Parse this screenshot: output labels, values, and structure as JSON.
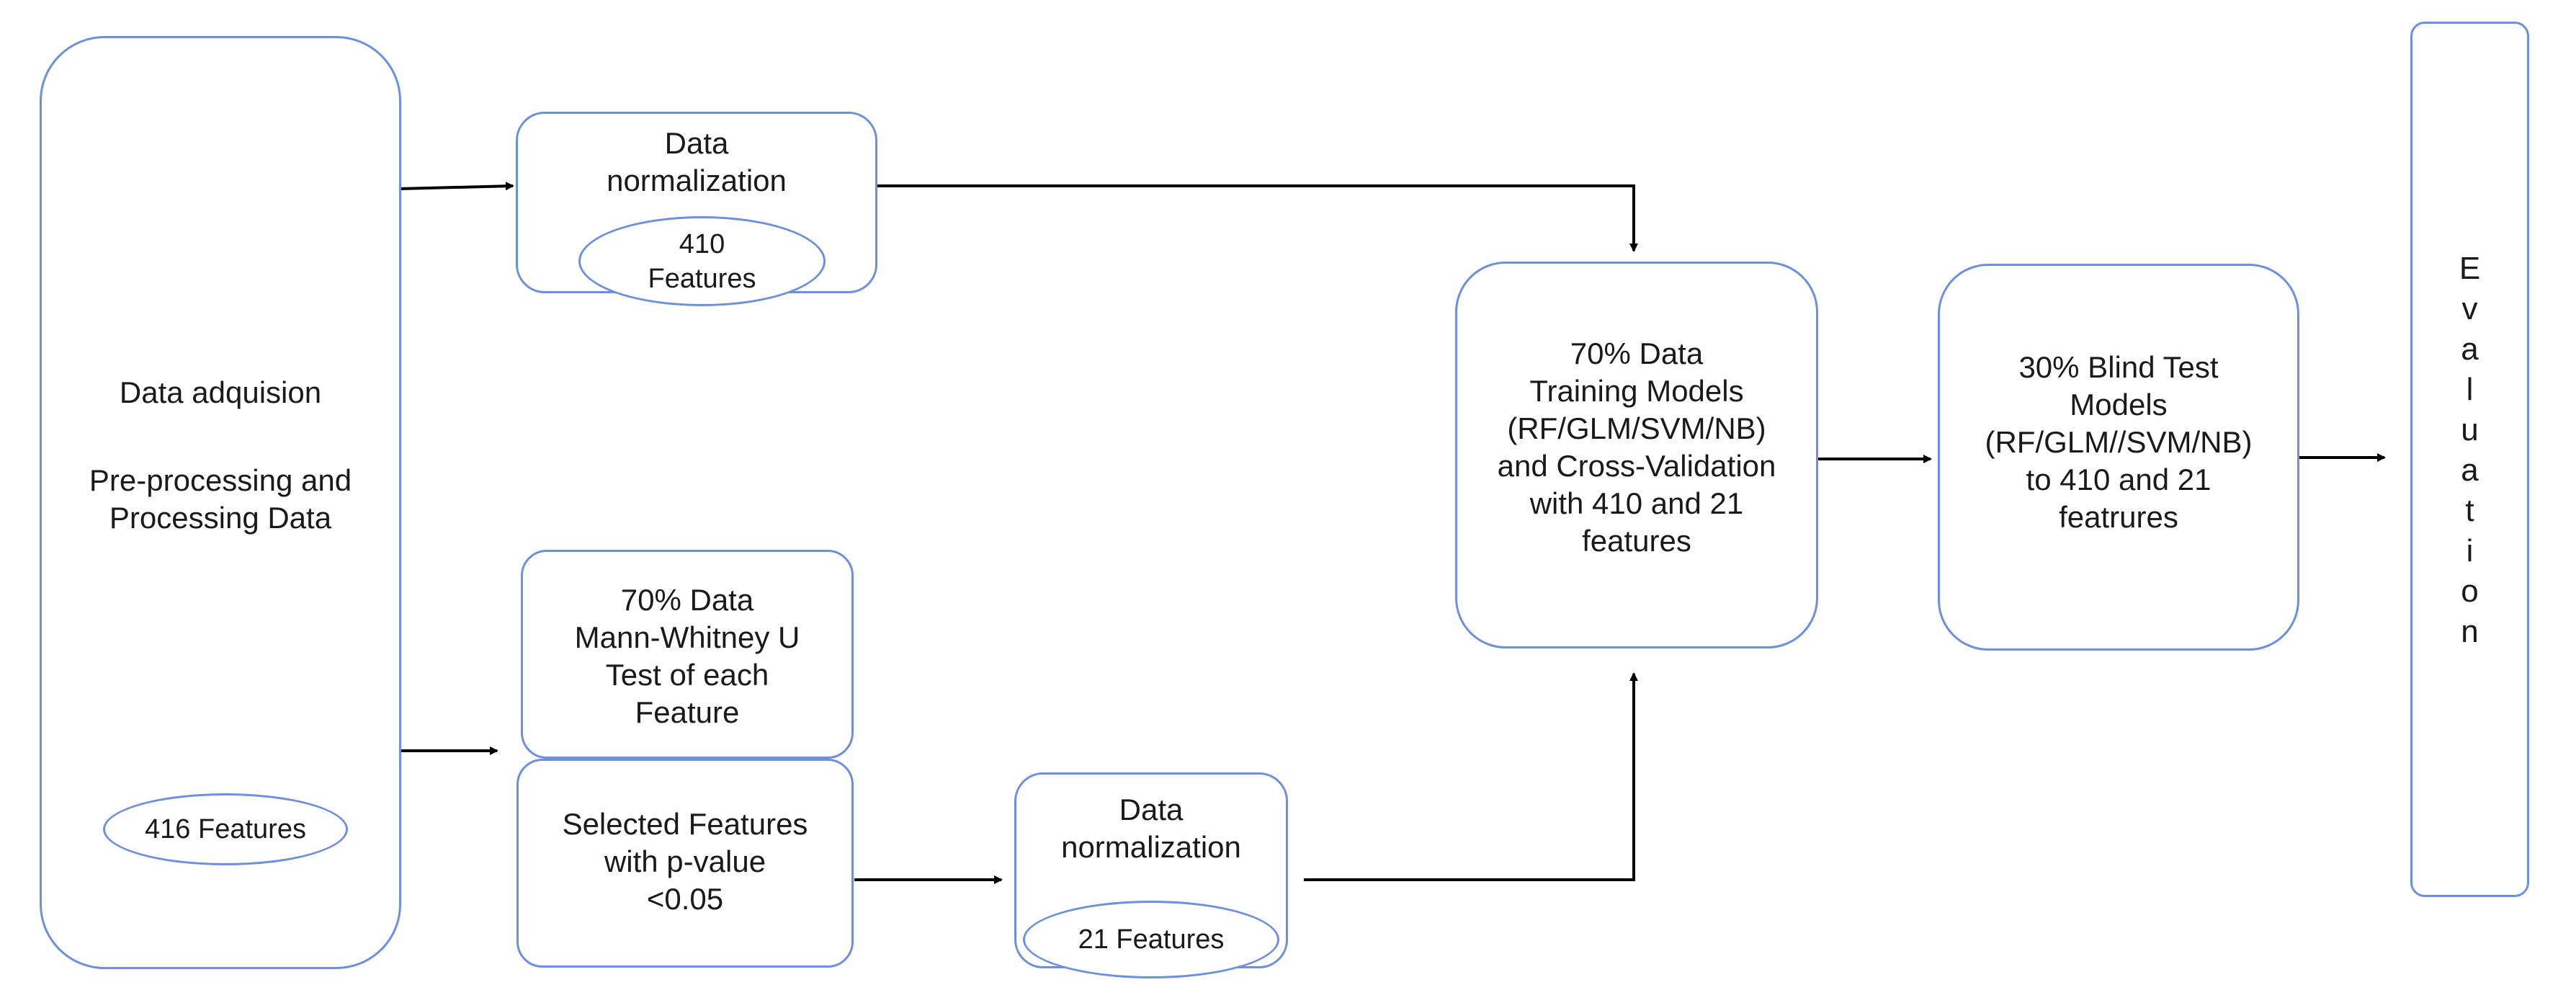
{
  "nodes": {
    "data_acquisition": {
      "line1": "Data adquision",
      "line2": "Pre-processing and\nProcessing Data",
      "badge": "416 Features"
    },
    "normalization_top": {
      "label": "Data\nnormalization",
      "badge": "410\nFeatures"
    },
    "mann_whitney": {
      "label": "70% Data\nMann-Whitney U\nTest of each\nFeature"
    },
    "selected_features": {
      "label": "Selected Features\nwith p-value\n<0.05"
    },
    "normalization_bottom": {
      "label": "Data\nnormalization",
      "badge": "21 Features"
    },
    "training": {
      "label": "70% Data\nTraining Models\n(RF/GLM/SVM/NB)\nand Cross-Validation\nwith 410 and 21\nfeatures"
    },
    "blind_test": {
      "label": "30% Blind Test\nModels\n(RF/GLM//SVM/NB)\nto 410 and 21\nfeatrures"
    },
    "evaluation": {
      "letters": [
        "E",
        "v",
        "a",
        "l",
        "u",
        "a",
        "t",
        "i",
        "o",
        "n"
      ]
    }
  },
  "colors": {
    "border": "#6d8fe0",
    "arrow": "#000000",
    "text": "#1a1a1a"
  }
}
